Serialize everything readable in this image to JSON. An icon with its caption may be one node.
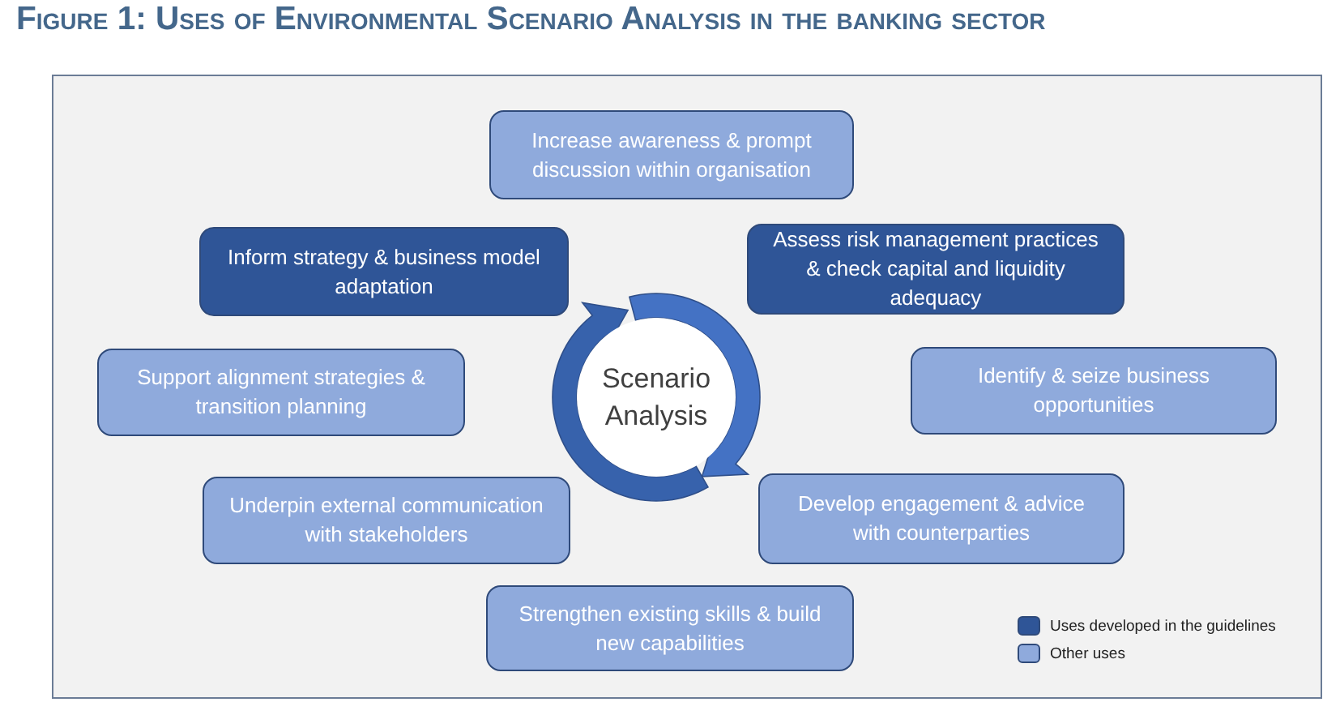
{
  "diagram": {
    "title": "Figure 1: Uses of Environmental Scenario Analysis in the banking sector",
    "nodes": [
      {
        "text": [
          "Increase awareness & prompt discussion within organisation"
        ]
      },
      {
        "text": [
          "Inform strategy & business model adaptation"
        ]
      },
      {
        "text": [
          "Assess risk management practices & check capital and liquidity adequacy"
        ]
      },
      {
        "text": [
          "Support alignment strategies & transition planning"
        ]
      },
      {
        "text": [
          "Scenario Analysis"
        ]
      },
      {
        "text": [
          "Identify & seize business opportunities"
        ]
      },
      {
        "text": [
          "Underpin external communication with stakeholders"
        ]
      },
      {
        "text": [
          "Develop engagement & advice with counterparties"
        ]
      },
      {
        "text": [
          "Strengthen existing skills & build new capabilities"
        ]
      }
    ],
    "legend": [
      {
        "text": "Uses developed in the guidelines",
        "color": "#2f5597"
      },
      {
        "text": "Other uses",
        "color": "#8faadc"
      }
    ]
  }
}
